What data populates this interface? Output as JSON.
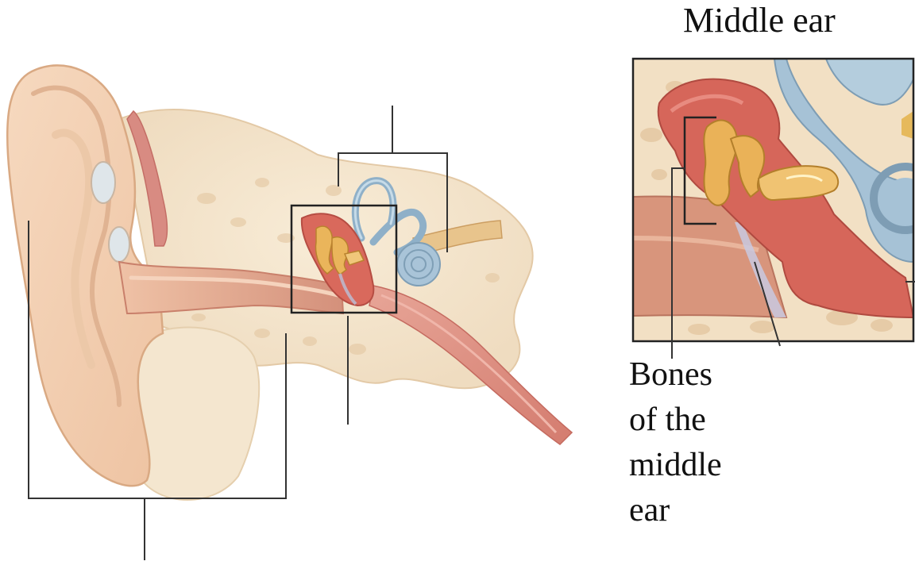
{
  "inset": {
    "title": "Middle ear"
  },
  "labels": {
    "bones_line1": "Bones",
    "bones_line2": "of the",
    "bones_line3": "middle",
    "bones_line4": "ear"
  },
  "colors": {
    "skin": "#f3d2b4",
    "skin_shadow": "#e4b58f",
    "bone": "#f1e2c7",
    "canal": "#d99a83",
    "middle_ear": "#d86a5e",
    "ossicles": "#e9b25a",
    "inner_ear": "#a9c4d8",
    "nerve": "#e5c18d",
    "line": "#222222"
  }
}
